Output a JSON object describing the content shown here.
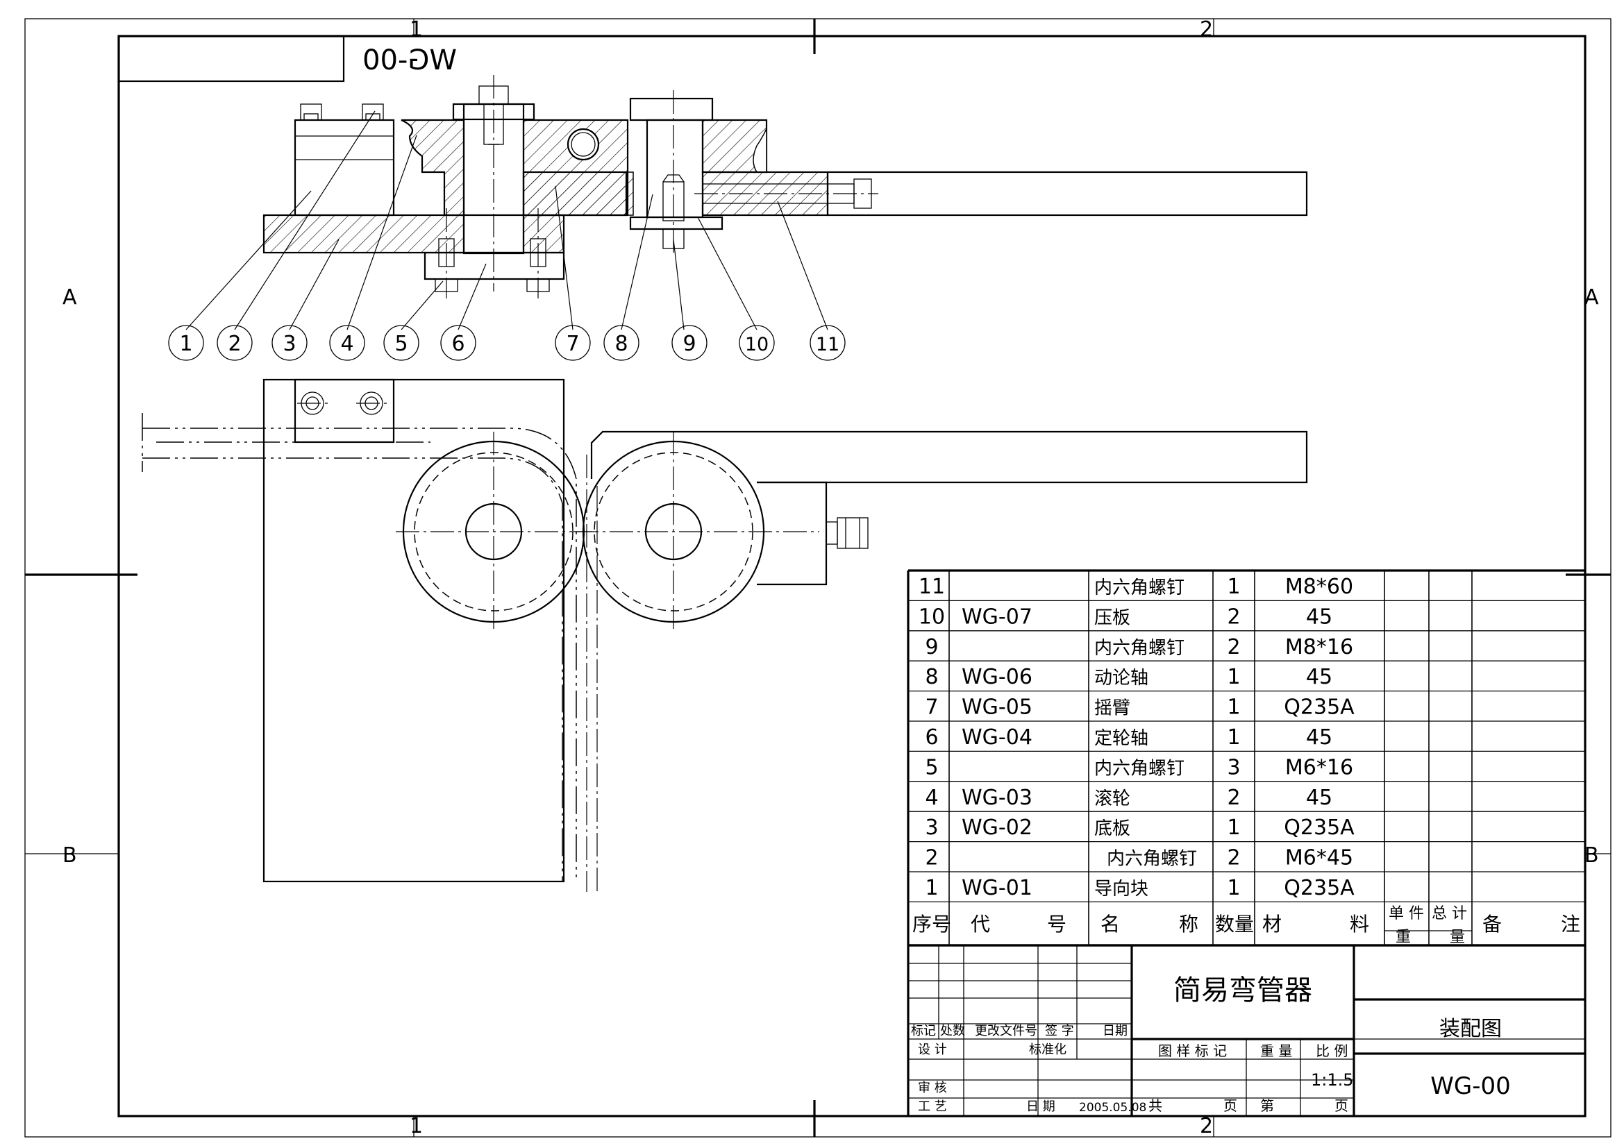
{
  "drawing": {
    "mirrored_code": "WG-00",
    "zones": {
      "top": [
        "1",
        "2"
      ],
      "bottom": [
        "1",
        "2"
      ],
      "left": [
        "A",
        "B"
      ],
      "right": [
        "A",
        "B"
      ]
    },
    "balloons": [
      "1",
      "2",
      "3",
      "4",
      "5",
      "6",
      "7",
      "8",
      "9",
      "10",
      "11"
    ]
  },
  "bom": {
    "rows": [
      {
        "no": "11",
        "code": "",
        "name": "内六角螺钉",
        "qty": "1",
        "material": "M8*60"
      },
      {
        "no": "10",
        "code": "WG-07",
        "name": "压板",
        "qty": "2",
        "material": "45"
      },
      {
        "no": "9",
        "code": "",
        "name": "内六角螺钉",
        "qty": "2",
        "material": "M8*16"
      },
      {
        "no": "8",
        "code": "WG-06",
        "name": "动论轴",
        "qty": "1",
        "material": "45"
      },
      {
        "no": "7",
        "code": "WG-05",
        "name": "摇臂",
        "qty": "1",
        "material": "Q235A"
      },
      {
        "no": "6",
        "code": "WG-04",
        "name": "定轮轴",
        "qty": "1",
        "material": "45"
      },
      {
        "no": "5",
        "code": "",
        "name": "内六角螺钉",
        "qty": "3",
        "material": "M6*16"
      },
      {
        "no": "4",
        "code": "WG-03",
        "name": "滚轮",
        "qty": "2",
        "material": "45"
      },
      {
        "no": "3",
        "code": "WG-02",
        "name": "底板",
        "qty": "1",
        "material": "Q235A"
      },
      {
        "no": "2",
        "code": "",
        "name": "内六角螺钉",
        "qty": "2",
        "material": "M6*45"
      },
      {
        "no": "1",
        "code": "WG-01",
        "name": "导向块",
        "qty": "1",
        "material": "Q235A"
      }
    ],
    "header": {
      "no": "序号",
      "code_a": "代",
      "code_b": "号",
      "name_a": "名",
      "name_b": "称",
      "qty": "数量",
      "material_a": "材",
      "material_b": "料",
      "unit_a": "单 件",
      "unit_b": "重",
      "total_a": "总 计",
      "total_b": "量",
      "remarks_a": "备",
      "remarks_b": "注"
    }
  },
  "title_block": {
    "product_name": "简易弯管器",
    "drawing_type": "装配图",
    "drawing_no": "WG-00",
    "scale": "1:1.5",
    "date": "2005.05.08",
    "labels": {
      "mark": "标记",
      "count": "处数",
      "change_doc": "更改文件号",
      "signature": "签 字",
      "date": "日期",
      "design": "设 计",
      "standard": "标准化",
      "review": "审 核",
      "process": "工 艺",
      "date2": "日 期",
      "stage_mark": "图 样 标 记",
      "weight": "重 量",
      "scale": "比 例",
      "total": "共",
      "sheet": "第",
      "page_a": "页",
      "page_b": "页"
    }
  }
}
